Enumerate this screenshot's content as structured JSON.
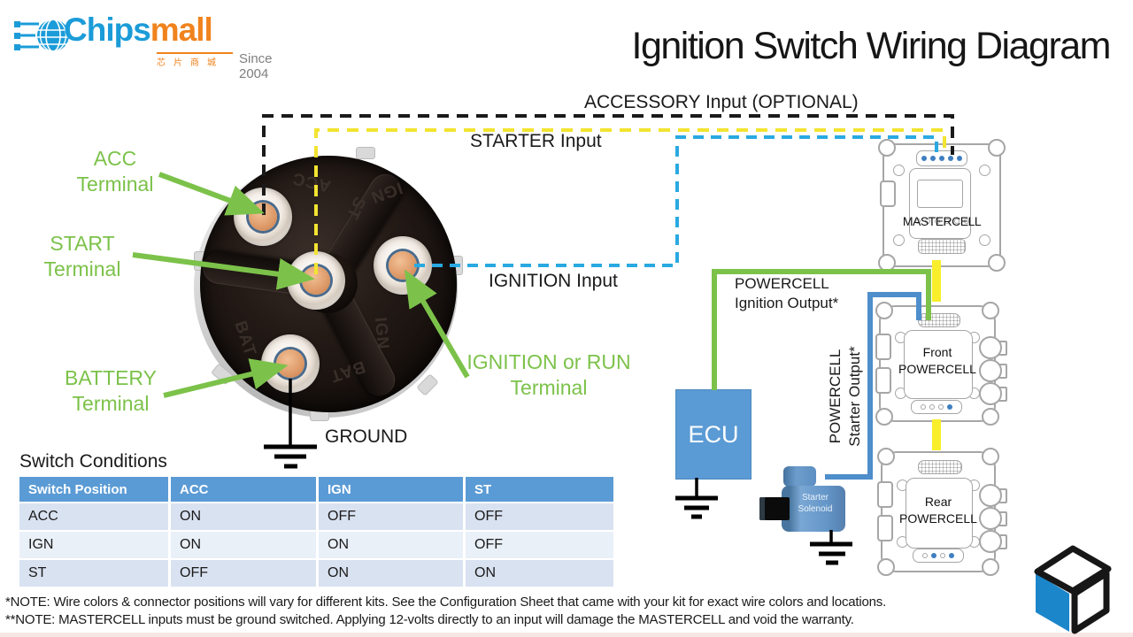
{
  "logo": {
    "brand_blue": "Chips",
    "brand_orange": "mall",
    "tagline_cn": "芯片商城",
    "since": "Since 2004"
  },
  "title": "Ignition Switch Wiring Diagram",
  "wire_labels": {
    "accessory_input": "ACCESSORY Input (OPTIONAL)",
    "starter_input": "STARTER Input",
    "ignition_input": "IGNITION Input",
    "ground": "GROUND",
    "powercell_ignition_output": {
      "line1": "POWERCELL",
      "line2": "Ignition Output*"
    },
    "powercell_starter_output": {
      "line1": "POWERCELL",
      "line2": "Starter Output*"
    }
  },
  "terminal_labels": {
    "acc": {
      "line1": "ACC",
      "line2": "Terminal"
    },
    "start": {
      "line1": "START",
      "line2": "Terminal"
    },
    "battery": {
      "line1": "BATTERY",
      "line2": "Terminal"
    },
    "ignition_or_run": {
      "line1": "IGNITION or RUN",
      "line2": "Terminal"
    }
  },
  "switch_embossed": [
    "ACC",
    "ST",
    "IGN",
    "BAT"
  ],
  "devices": {
    "mastercell": "MASTERCELL",
    "front_powercell": {
      "line1": "Front",
      "line2": "POWERCELL"
    },
    "rear_powercell": {
      "line1": "Rear",
      "line2": "POWERCELL"
    },
    "ecu": "ECU",
    "starter_solenoid": {
      "line1": "Starter",
      "line2": "Solenoid"
    }
  },
  "switch_table": {
    "heading": "Switch Conditions",
    "headers": [
      "Switch Position",
      "ACC",
      "IGN",
      "ST"
    ],
    "rows": [
      {
        "cells": [
          "ACC",
          "ON",
          "OFF",
          "OFF"
        ]
      },
      {
        "cells": [
          "IGN",
          "ON",
          "ON",
          "OFF"
        ]
      },
      {
        "cells": [
          "ST",
          "OFF",
          "ON",
          "ON"
        ]
      }
    ]
  },
  "notes": [
    "*NOTE: Wire colors & connector positions will vary for different kits.  See the Configuration Sheet that came with your kit for exact wire colors and locations.",
    "**NOTE: MASTERCELL inputs must be ground switched.  Applying 12-volts directly to an input will damage the MASTERCELL and void the warranty."
  ],
  "colors": {
    "green": "#7cc24a",
    "dashed_yellow": "#f2e431",
    "solid_yellow": "#f8ee2b",
    "dashed_blue": "#29a9e1",
    "wire_blue": "#4e8ecb",
    "table_header_blue": "#5b9bd5",
    "brand_blue": "#1b9cd8",
    "brand_orange": "#f0831e",
    "cube_blue": "#1b86ca"
  }
}
